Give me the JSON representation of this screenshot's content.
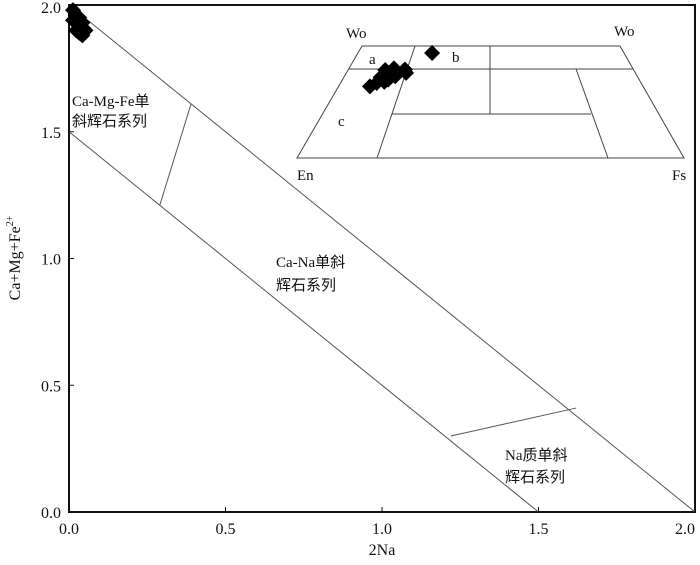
{
  "chart_data": {
    "type": "scatter",
    "xlabel": "2Na",
    "ylabel": "Ca+Mg+Fe2+",
    "ylabel_parts": {
      "base": "Ca+Mg+Fe",
      "sup": "2+"
    },
    "xlim": [
      0,
      2.0
    ],
    "ylim": [
      0,
      2.0
    ],
    "xticks": [
      "0.0",
      "0.5",
      "1.0",
      "1.5",
      "2.0"
    ],
    "yticks": [
      "0.0",
      "0.5",
      "1.0",
      "1.5",
      "2.0"
    ],
    "grid": false,
    "boundary_lines": [
      {
        "from": [
          0,
          2.0
        ],
        "to": [
          2.0,
          0
        ]
      },
      {
        "from": [
          0,
          1.5
        ],
        "to": [
          1.5,
          0
        ]
      },
      {
        "from": [
          0.29,
          1.21
        ],
        "to": [
          0.39,
          1.61
        ]
      },
      {
        "from": [
          1.22,
          0.3
        ],
        "to": [
          1.62,
          0.41
        ]
      }
    ],
    "field_labels": {
      "quad": [
        "Ca-Mg-Fe单",
        "斜辉石系列"
      ],
      "ca_na": [
        "Ca-Na单斜",
        "辉石系列"
      ],
      "na": [
        "Na质单斜",
        "辉石系列"
      ]
    },
    "points": [
      [
        0.0,
        1.98
      ],
      [
        0.01,
        1.96
      ],
      [
        0.02,
        1.95
      ],
      [
        0.0,
        1.94
      ],
      [
        0.01,
        1.93
      ],
      [
        0.03,
        1.93
      ],
      [
        0.02,
        1.92
      ],
      [
        0.03,
        1.91
      ],
      [
        0.04,
        1.9
      ],
      [
        0.01,
        1.9
      ],
      [
        0.02,
        1.89
      ],
      [
        0.03,
        1.88
      ]
    ],
    "inset": {
      "type": "ternary-quadrilateral",
      "vertices": {
        "top_left": "Wo",
        "top_right": "Wo",
        "bottom_left": "En",
        "bottom_right": "Fs"
      },
      "field_labels": [
        "a",
        "b",
        "c"
      ],
      "points_wo_fs": [
        [
          46.9,
          14.8
        ],
        [
          39.3,
          7.9
        ],
        [
          40,
          9.5
        ],
        [
          38.5,
          10.5
        ],
        [
          37,
          9
        ],
        [
          39.5,
          12
        ],
        [
          38,
          12.8
        ],
        [
          36.5,
          11
        ],
        [
          35,
          10
        ],
        [
          33.5,
          8
        ],
        [
          32,
          7
        ],
        [
          34,
          9.5
        ],
        [
          36,
          8
        ]
      ]
    }
  }
}
